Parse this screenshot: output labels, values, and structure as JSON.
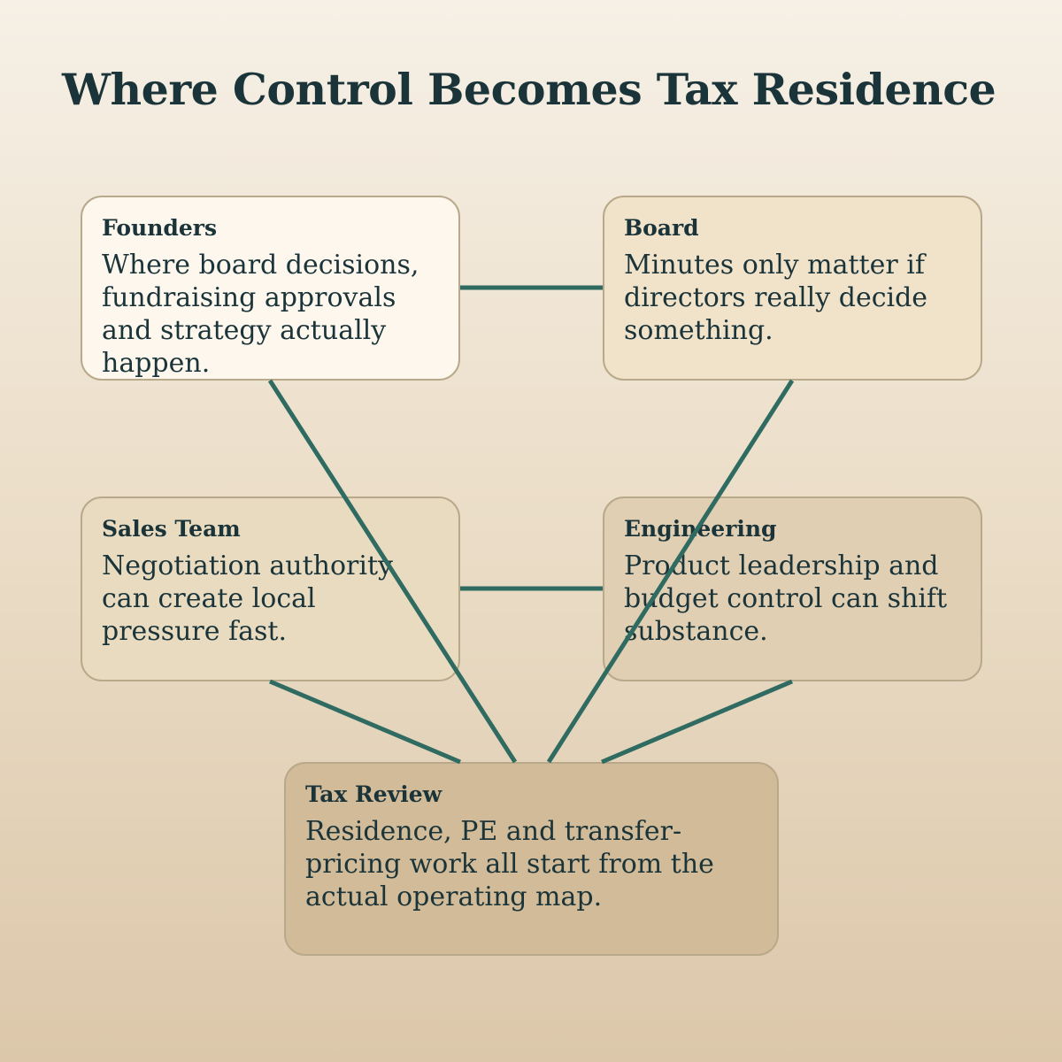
{
  "title": "Where Control Becomes Tax Residence",
  "nodes": {
    "founders": {
      "heading": "Founders",
      "body": "Where board decisions, fundraising approvals and strategy actually happen.",
      "fill": "#fdf7ee"
    },
    "board": {
      "heading": "Board",
      "body": "Minutes only matter if directors really decide something.",
      "fill": "#f1e2ca"
    },
    "sales": {
      "heading": "Sales Team",
      "body": "Negotiation authority can create local pressure fast.",
      "fill": "#e9dbc0"
    },
    "engineering": {
      "heading": "Engineering",
      "body": "Product leadership and budget control can shift substance.",
      "fill": "#e0cfb3"
    },
    "tax_review": {
      "heading": "Tax Review",
      "body": "Residence, PE and transfer-pricing work all start from the actual operating map.",
      "fill": "#d2bb98"
    }
  },
  "edges": [
    [
      "founders",
      "board"
    ],
    [
      "sales",
      "engineering"
    ],
    [
      "founders",
      "tax_review"
    ],
    [
      "board",
      "tax_review"
    ],
    [
      "sales",
      "tax_review"
    ],
    [
      "engineering",
      "tax_review"
    ]
  ],
  "colors": {
    "edge": "#2f6b61",
    "border": "#b9a98b",
    "text": "#1b3439"
  }
}
